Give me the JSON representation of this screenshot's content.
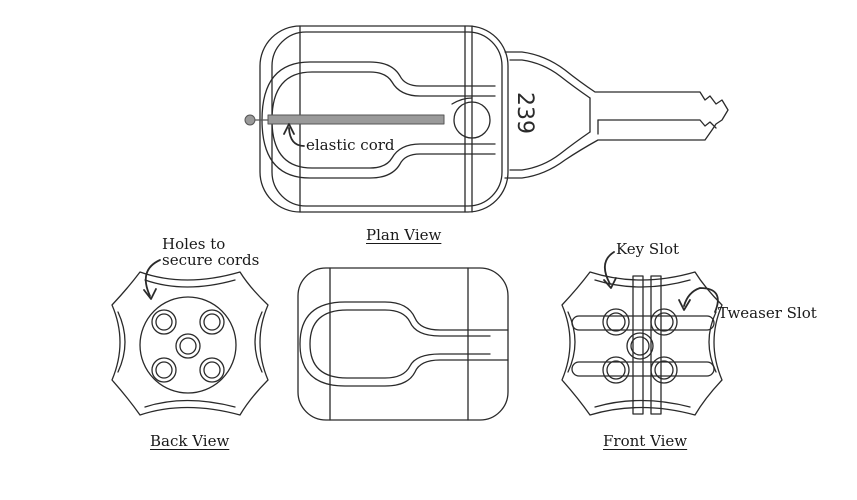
{
  "labels": {
    "plan_view": "Plan View",
    "back_view": "Back View",
    "front_view": "Front View",
    "elastic_cord": "elastic cord",
    "holes_line1": "Holes to",
    "holes_line2": "secure cords",
    "key_slot": "Key Slot",
    "tweaser_slot": "Tweaser Slot",
    "key_number": "239"
  }
}
